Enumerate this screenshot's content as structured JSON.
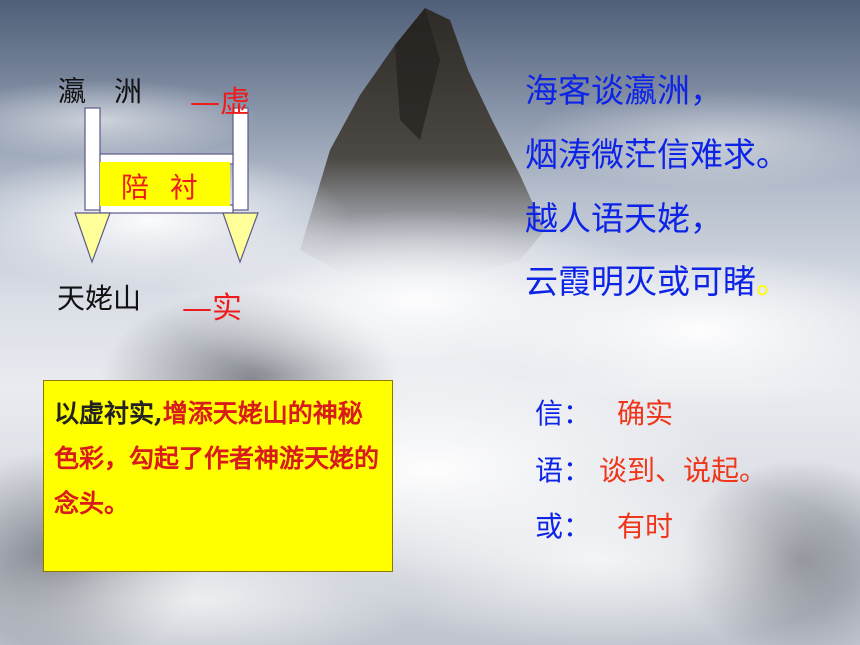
{
  "diagram": {
    "top_label": "瀛　洲",
    "top_tag": "—虚",
    "middle_label": "陪 衬",
    "bottom_label": "天姥山",
    "bottom_tag": "—实"
  },
  "note": {
    "part1": "以虚衬实,",
    "part2": "增添天姥山的神秘色彩，勾起了作者神游天姥的念头。"
  },
  "poem": {
    "line1": "海客谈瀛洲，",
    "line2": "烟涛微茫信难求。",
    "line3": "越人语天姥，",
    "line4": "云霞明灭或可睹",
    "line4_end": "。"
  },
  "glosses": [
    {
      "key": "信：",
      "value": "确实"
    },
    {
      "key": "语：",
      "value": "谈到、说起。"
    },
    {
      "key": "或：",
      "value": "有时"
    }
  ],
  "colors": {
    "poem": "#0d24e6",
    "gloss_value": "#f0361a",
    "highlight": "#ffff00",
    "tag_red": "#ee1c1c"
  }
}
